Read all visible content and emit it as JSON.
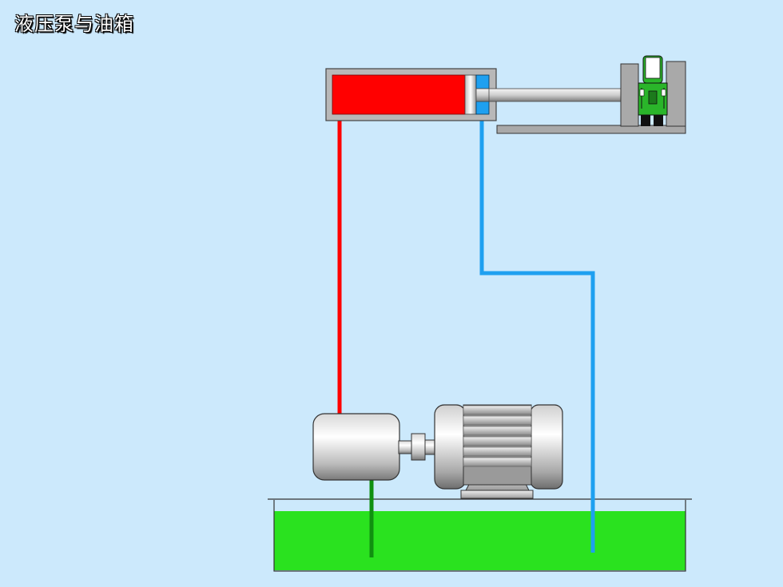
{
  "title": "液压泵与油箱",
  "colors": {
    "background": "#cce9fc",
    "pressure_line": "#ff0000",
    "return_line": "#1ea0f0",
    "suction_line": "#109010",
    "oil": "#2ae21f",
    "cylinder_body": "#b8b8b8",
    "cylinder_chamber_pressure": "#ff0000",
    "cylinder_chamber_return": "#1ea0f0",
    "vehicle": "#2ab52a"
  },
  "components": {
    "cylinder": "hydraulic-cylinder",
    "pump": "hydraulic-pump",
    "motor": "electric-motor",
    "tank": "oil-tank",
    "load": "tractor-icon"
  }
}
